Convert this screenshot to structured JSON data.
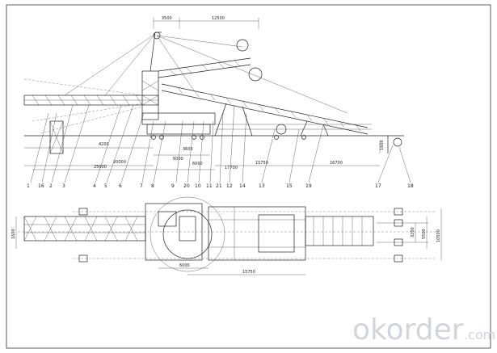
{
  "elevation_dims": [
    "3500",
    "12500",
    "20000",
    "6000",
    "3600",
    "4200",
    "25000",
    "6000",
    "17700",
    "15750",
    "16700",
    "1600"
  ],
  "part_numbers": [
    "1",
    "16",
    "2",
    "3",
    "4",
    "5",
    "6",
    "7",
    "8",
    "9",
    "20",
    "10",
    "11",
    "21",
    "12",
    "14",
    "13",
    "15",
    "19",
    "17",
    "18"
  ],
  "plan_dims": [
    "6000",
    "15750",
    "1600",
    "3200",
    "5500",
    "10500"
  ],
  "watermark": {
    "brand": "okorder",
    "suffix": ".com"
  }
}
